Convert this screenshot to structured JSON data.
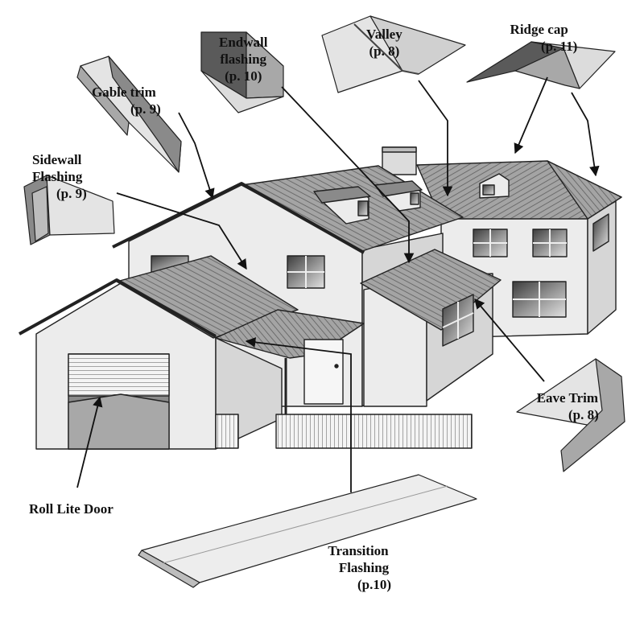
{
  "labels": {
    "endwall": [
      "Endwall",
      "flashing",
      "(p. 10)"
    ],
    "valley": [
      "Valley",
      "(p. 8)"
    ],
    "ridge": [
      "Ridge cap",
      "(p. 11)"
    ],
    "gable": [
      "Gable trim",
      "(p. 9)"
    ],
    "sidewall": [
      "Sidewall",
      "Flashing",
      "(p. 9)"
    ],
    "eave": [
      "Eave Trim",
      "(p. 8)"
    ],
    "roll": [
      "Roll Lite Door"
    ],
    "transition": [
      "Transition",
      "Flashing",
      "(p.10)"
    ]
  },
  "colors": {
    "outline": "#222222",
    "wall": "#ececec",
    "wall_shade": "#d6d6d6",
    "roof": "#9a9a9a",
    "roof_dark": "#6e6e6e",
    "part_light": "#dcdcdc",
    "part_mid": "#a8a8a8",
    "part_dark": "#5a5a5a",
    "glass": "#7a7a7a"
  }
}
